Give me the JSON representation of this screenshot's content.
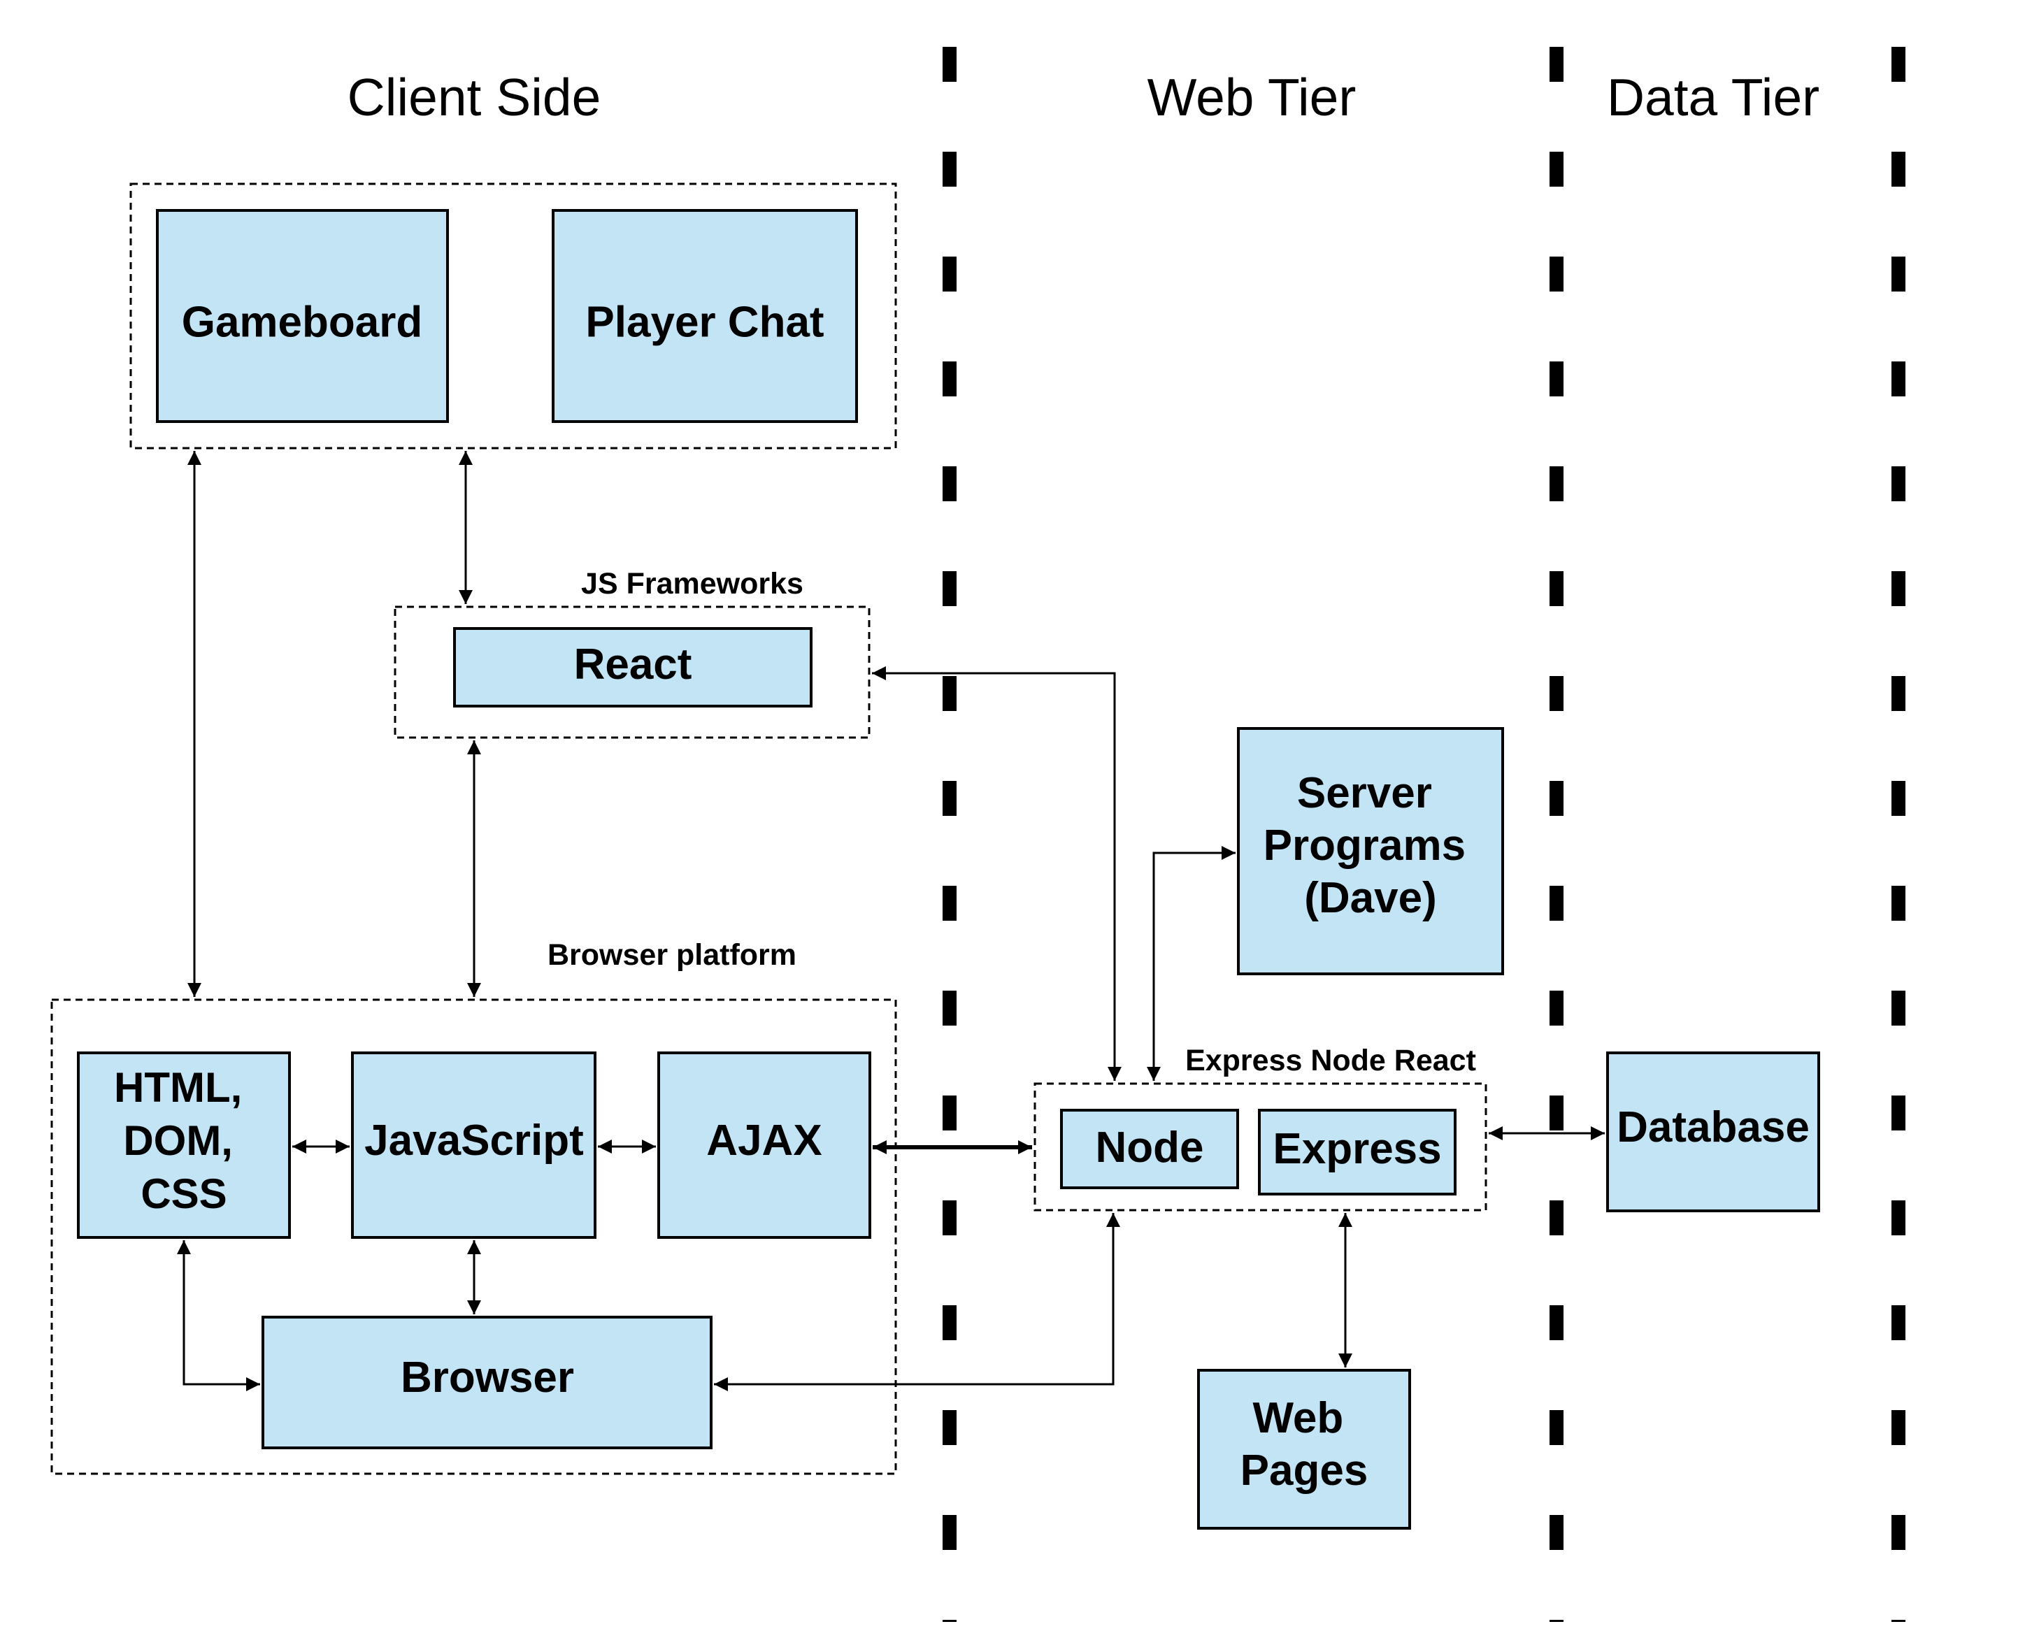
{
  "tiers": {
    "client": "Client Side",
    "web": "Web Tier",
    "data": "Data Tier"
  },
  "groups": {
    "js_frameworks": "JS Frameworks",
    "browser_platform": "Browser platform",
    "express_node_react": "Express Node React"
  },
  "components": {
    "gameboard": "Gameboard",
    "player_chat": "Player Chat",
    "react": "React",
    "html_dom_css": [
      "HTML,",
      "DOM,",
      "CSS"
    ],
    "javascript": "JavaScript",
    "ajax": "AJAX",
    "browser": "Browser",
    "server_programs": [
      "Server",
      "Programs",
      "(Dave)"
    ],
    "node": "Node",
    "express": "Express",
    "database": "Database",
    "web_pages": [
      "Web",
      "Pages"
    ]
  },
  "colors": {
    "box_fill": "#c2e4f5",
    "stroke": "#000000",
    "background": "#ffffff"
  }
}
